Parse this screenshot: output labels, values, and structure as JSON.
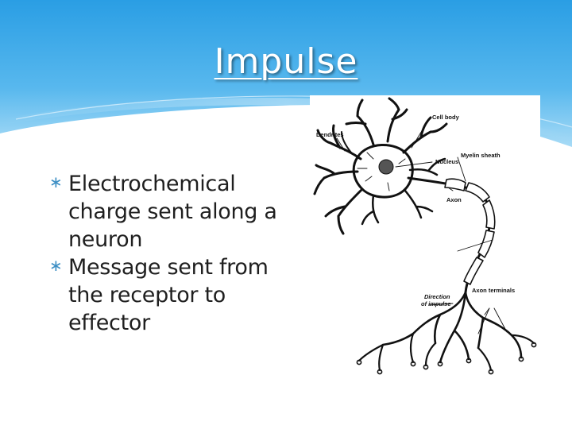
{
  "slide": {
    "title": "Impulse",
    "bullets": [
      "Electrochemical charge sent along a neuron",
      "Message sent from the receptor to effector"
    ],
    "bullet_marker": "∗"
  },
  "diagram": {
    "labels": {
      "cell_body": "Cell body",
      "dendrites": "Dendrites",
      "nucleus": "Nucleus",
      "myelin_sheath": "Myelin sheath",
      "axon": "Axon",
      "direction_line1": "Direction",
      "direction_line2": "of impulse",
      "axon_terminals": "Axon terminals"
    }
  },
  "colors": {
    "banner_top": "#2fa3e6",
    "banner_bottom": "#9fd6f5",
    "bullet_marker": "#3d8fc4",
    "ink": "#111111"
  }
}
